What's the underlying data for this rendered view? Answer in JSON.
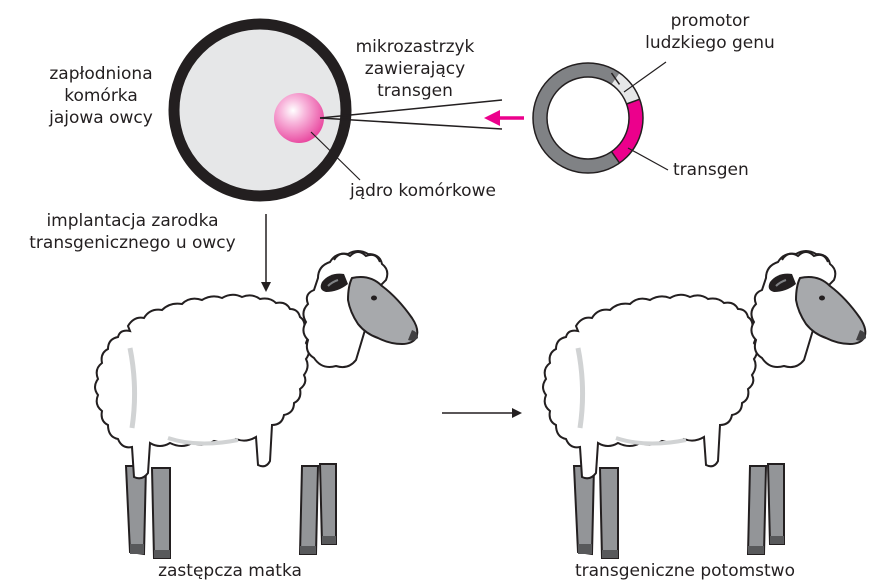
{
  "labels": {
    "zygote": [
      "zapłodniona",
      "komórka",
      "jajowa owcy"
    ],
    "microinjection": [
      "mikrozastrzyk",
      "zawierający",
      "transgen"
    ],
    "promoter": [
      "promotor",
      "ludzkiego genu"
    ],
    "nucleus": "jądro komórkowe",
    "transgene": "transgen",
    "implantation": [
      "implantacja zarodka",
      "transgenicznego u owcy"
    ],
    "surrogate": "zastępcza matka",
    "offspring": "transgeniczne potomstwo"
  },
  "colors": {
    "cell_fill": "#e6e7e8",
    "cell_border": "#231f20",
    "nucleus_pink": "#f06eb4",
    "plasmid_gray": "#808285",
    "transgene_magenta": "#ec008c",
    "promoter_light": "#e6e7e8",
    "sheep_leg_gray": "#939598",
    "sheep_head_gray": "#a7a9ac"
  }
}
